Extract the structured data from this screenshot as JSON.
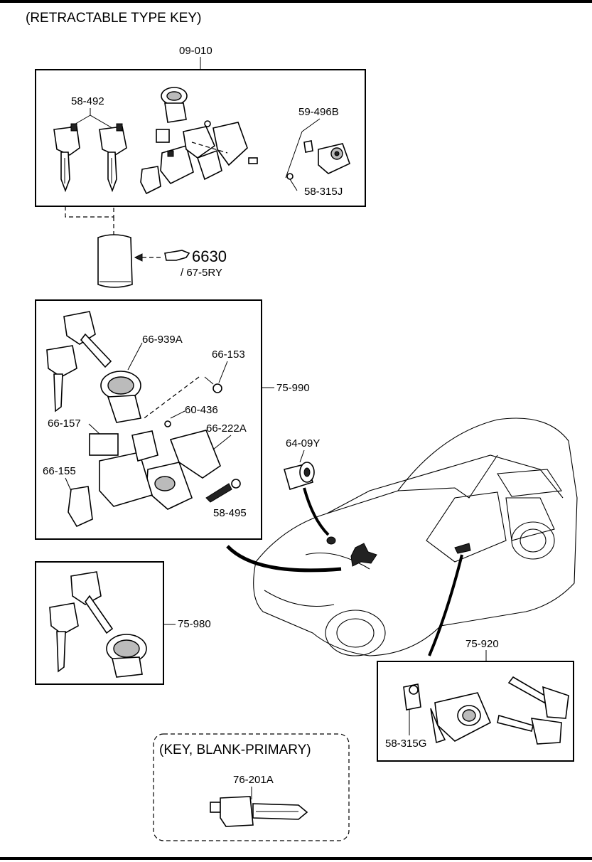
{
  "header": {
    "title": "(RETRACTABLE TYPE KEY)"
  },
  "groups": {
    "set_top": "09-010",
    "set_mid": "75-990",
    "set_lower": "75-980",
    "set_door": "75-920"
  },
  "labels": {
    "key": "58-492",
    "ring_small": "59-496B",
    "clip_j": "58-315J",
    "ref_code": "6630",
    "ref_sub": "/ 67-5RY",
    "ring_a": "66-939A",
    "screw_a": "66-153",
    "bolt": "60-436",
    "block": "66-157",
    "cover": "66-222A",
    "bracket": "66-155",
    "screw_b": "58-495",
    "cylinder": "64-09Y",
    "clip_g": "58-315G"
  },
  "blank_key": {
    "title": "(KEY, BLANK-PRIMARY)",
    "part": "76-201A"
  },
  "icons": {
    "pointer": "pointing-hand-icon"
  }
}
